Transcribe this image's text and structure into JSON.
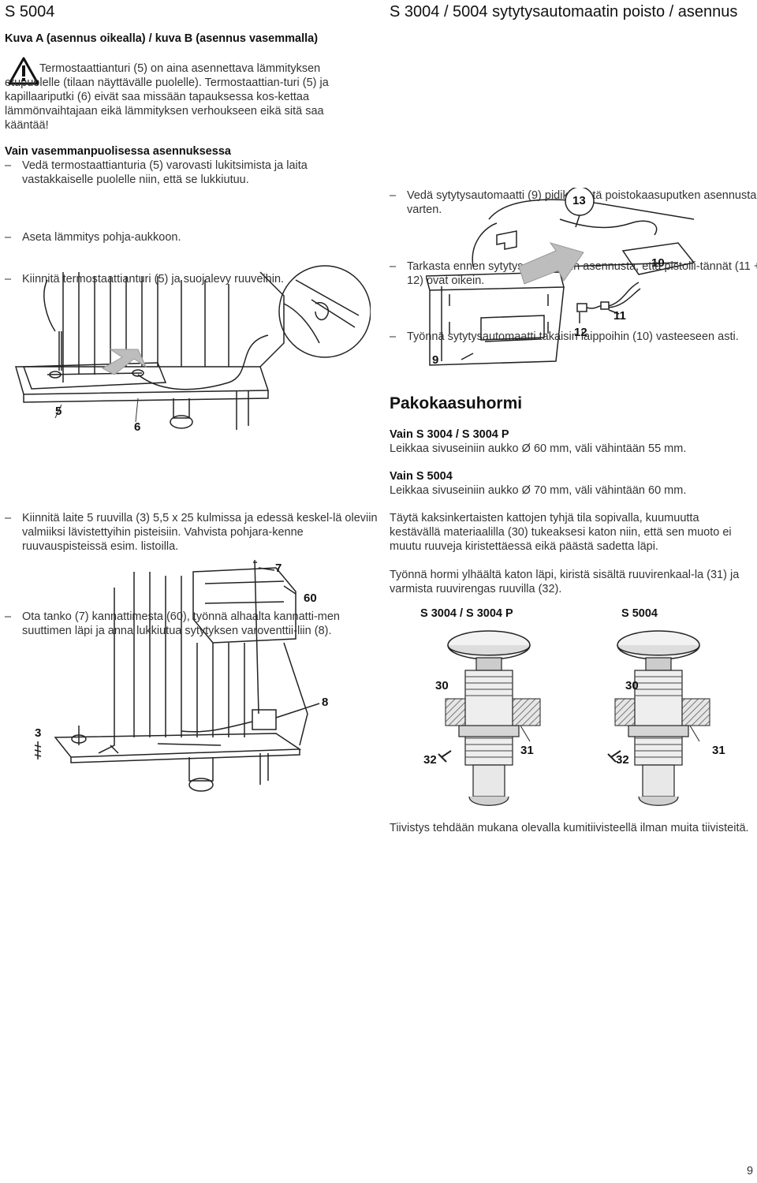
{
  "left": {
    "model": "S 5004",
    "subtitle": "Kuva A (asennus oikealla) / kuva B (asennus vasemmalla)",
    "warning_text": "Termostaattianturi (5) on aina asennettava lämmityksen etupuolelle (tilaan näyttävälle puolelle). Termostaattian-turi (5) ja kapillaariputki (6) eivät saa missään tapauksessa kos-kettaa lämmönvaihtajaan eikä lämmityksen verhoukseen eikä sitä saa kääntää!",
    "left_only_heading": "Vain vasemmanpuolisessa asennuksessa",
    "step1": "Vedä termostaattianturia (5) varovasti lukitsimista ja laita vastakkaiselle puolelle niin, että se lukkiutuu.",
    "step2": "Aseta lämmitys pohja-aukkoon.",
    "step3": "Kiinnitä termostaattianturi (5) ja suojalevy ruuveihin.",
    "fig1_labels": {
      "n5": "5",
      "n6": "6"
    },
    "step4": "Kiinnitä laite 5 ruuvilla (3) 5,5 x 25 kulmissa ja edessä keskel-lä oleviin valmiiksi lävistettyihin pisteisiin. Vahvista pohjara-kenne ruuvauspisteissä esim. listoilla.",
    "step5": "Ota tanko (7) kannattimesta (60), työnnä alhaalta kannatti-men suuttimen läpi ja anna lukkiutua sytytyksen varoventtii-liin (8).",
    "fig2_labels": {
      "n7": "7",
      "n60": "60",
      "n8": "8",
      "n3": "3"
    }
  },
  "right": {
    "heading": "S 3004 / 5004 sytytysautomaatin poisto / asennus",
    "step1": "Vedä sytytysautomaatti (9) pidikkeestä poistokaasuputken asennusta varten.",
    "step2": "Tarkasta ennen sytytysautomaatin asennusta, että pistolii-tännät (11 + 12) ovat oikein.",
    "step3": "Työnnä sytytysautomaatti takaisin laippoihin (10) vasteeseen asti.",
    "fig3_labels": {
      "n13": "13",
      "n10": "10",
      "n11": "11",
      "n12": "12",
      "n9": "9"
    },
    "flue_heading": "Pakokaasuhormi",
    "flue_a_heading": "Vain S 3004 / S 3004 P",
    "flue_a_text": "Leikkaa sivuseiniin aukko Ø 60 mm, väli vähintään 55 mm.",
    "flue_b_heading": "Vain S 5004",
    "flue_b_text": "Leikkaa sivuseiniin aukko Ø 70 mm, väli vähintään 60 mm.",
    "fill_text": "Täytä kaksinkertaisten kattojen tyhjä tila sopivalla, kuumuutta kestävällä materiaalilla (30) tukeaksesi katon niin, että sen muoto ei muutu ruuveja kiristettäessä eikä päästä sadetta läpi.",
    "push_text": "Työnnä hormi ylhäältä katon läpi, kiristä sisältä ruuvirenkaal-la (31) ja varmista ruuvirengas ruuvilla (32).",
    "fig4_left_title": "S 3004 / S 3004 P",
    "fig4_right_title": "S 5004",
    "fig4_labels": {
      "n30": "30",
      "n31": "31",
      "n32": "32"
    },
    "seal_text": "Tiivistys tehdään mukana olevalla kumitiivisteellä ilman muita tiivisteitä."
  },
  "page_number": "9",
  "icons": {
    "warning": "warning-triangle-icon"
  }
}
